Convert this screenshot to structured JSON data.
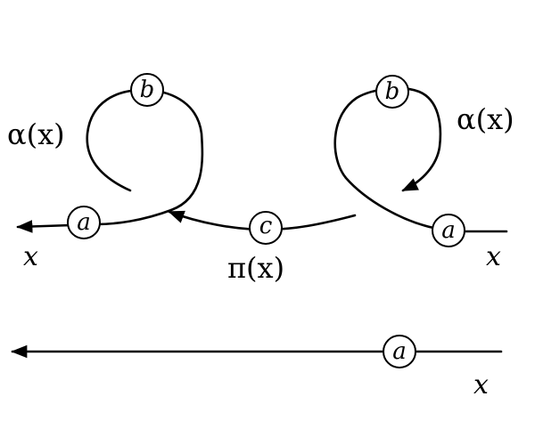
{
  "diagram": {
    "left_loop": {
      "node_a": "a",
      "node_b": "b",
      "label_alpha": "α(x)",
      "label_x": "x"
    },
    "middle_arrow": {
      "node_c": "c",
      "label_pi": "π(x)"
    },
    "right_loop": {
      "node_a": "a",
      "node_b": "b",
      "label_alpha": "α(x)",
      "label_x": "x"
    },
    "bottom_line": {
      "node_a": "a",
      "label_x": "x"
    },
    "colors": {
      "stroke": "#000000",
      "background": "#ffffff"
    }
  }
}
